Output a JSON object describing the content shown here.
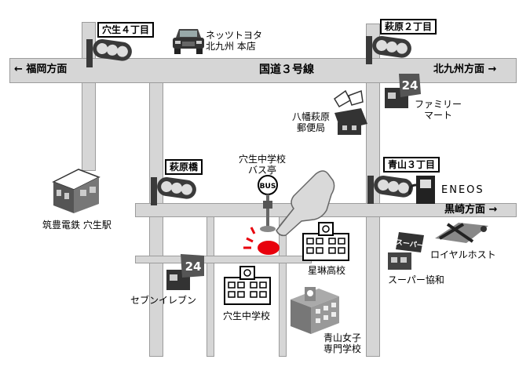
{
  "route": {
    "name": "国道３号線",
    "west": "← 福岡方面",
    "east": "北九州方面 →",
    "kurosaki": "黒崎方面 →"
  },
  "intersections": {
    "anao4": "穴生４丁目",
    "hagiwara2": "萩原２丁目",
    "hagiwarabashi": "萩原橋",
    "aoyama3": "青山３丁目"
  },
  "landmarks": {
    "netz_line1": "ネッツトヨタ",
    "netz_line2": "北九州 本店",
    "familymart_line1": "ファミリー",
    "familymart_line2": "マート",
    "post_line1": "八幡萩原",
    "post_line2": "郵便局",
    "busstop_line1": "穴生中学校",
    "busstop_line2": "バス亭",
    "bus_sign": "BUS",
    "eneos": "ENEOS",
    "station": "筑豊電鉄 穴生駅",
    "royal": "ロイヤルホスト",
    "super_line1": "スーパー協和",
    "super_sign": "スーパー",
    "seirin": "星琳高校",
    "seven": "セブンイレブン",
    "anao_jhs": "穴生中学校",
    "aoyama_line1": "青山女子",
    "aoyama_line2": "専門学校",
    "store_24": "24"
  },
  "colors": {
    "road_fill": "#d6d6d6",
    "road_edge": "#9c9c9c",
    "destination": "#e8000c",
    "signal_body": "#3a3a3a"
  },
  "icons": [
    "car-icon",
    "traffic-signal-icon",
    "convenience-store-icon",
    "post-office-icon",
    "bus-stop-icon",
    "pointing-hand-icon",
    "gas-station-icon",
    "train-station-icon",
    "school-icon",
    "restaurant-icon",
    "supermarket-icon",
    "destination-marker-icon"
  ]
}
